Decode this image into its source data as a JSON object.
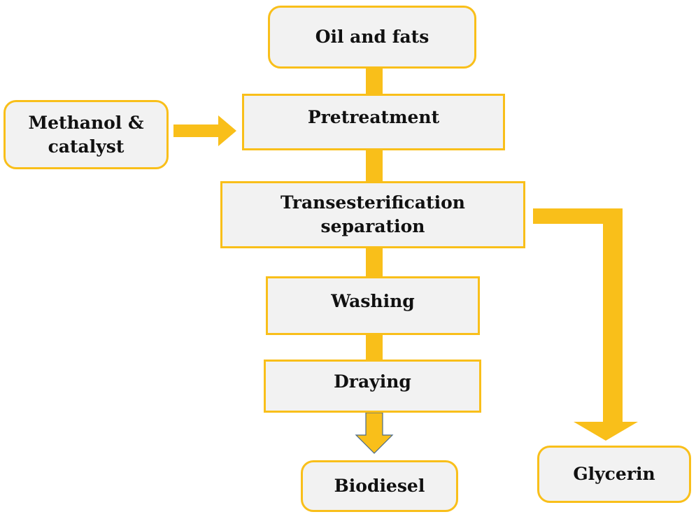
{
  "colors": {
    "arrow": "#f9bf1a",
    "box_border": "#f9bf1a",
    "box_fill": "#f2f2f2",
    "arrowhead_outline": "#4a6a8a"
  },
  "nodes": {
    "oil_fats": "Oil and fats",
    "methanol_catalyst": "Methanol &\ncatalyst",
    "pretreatment": "Pretreatment",
    "transesterification": "Transesterification\nseparation",
    "washing": "Washing",
    "drying": "Draying",
    "biodiesel": "Biodiesel",
    "glycerin": "Glycerin"
  }
}
